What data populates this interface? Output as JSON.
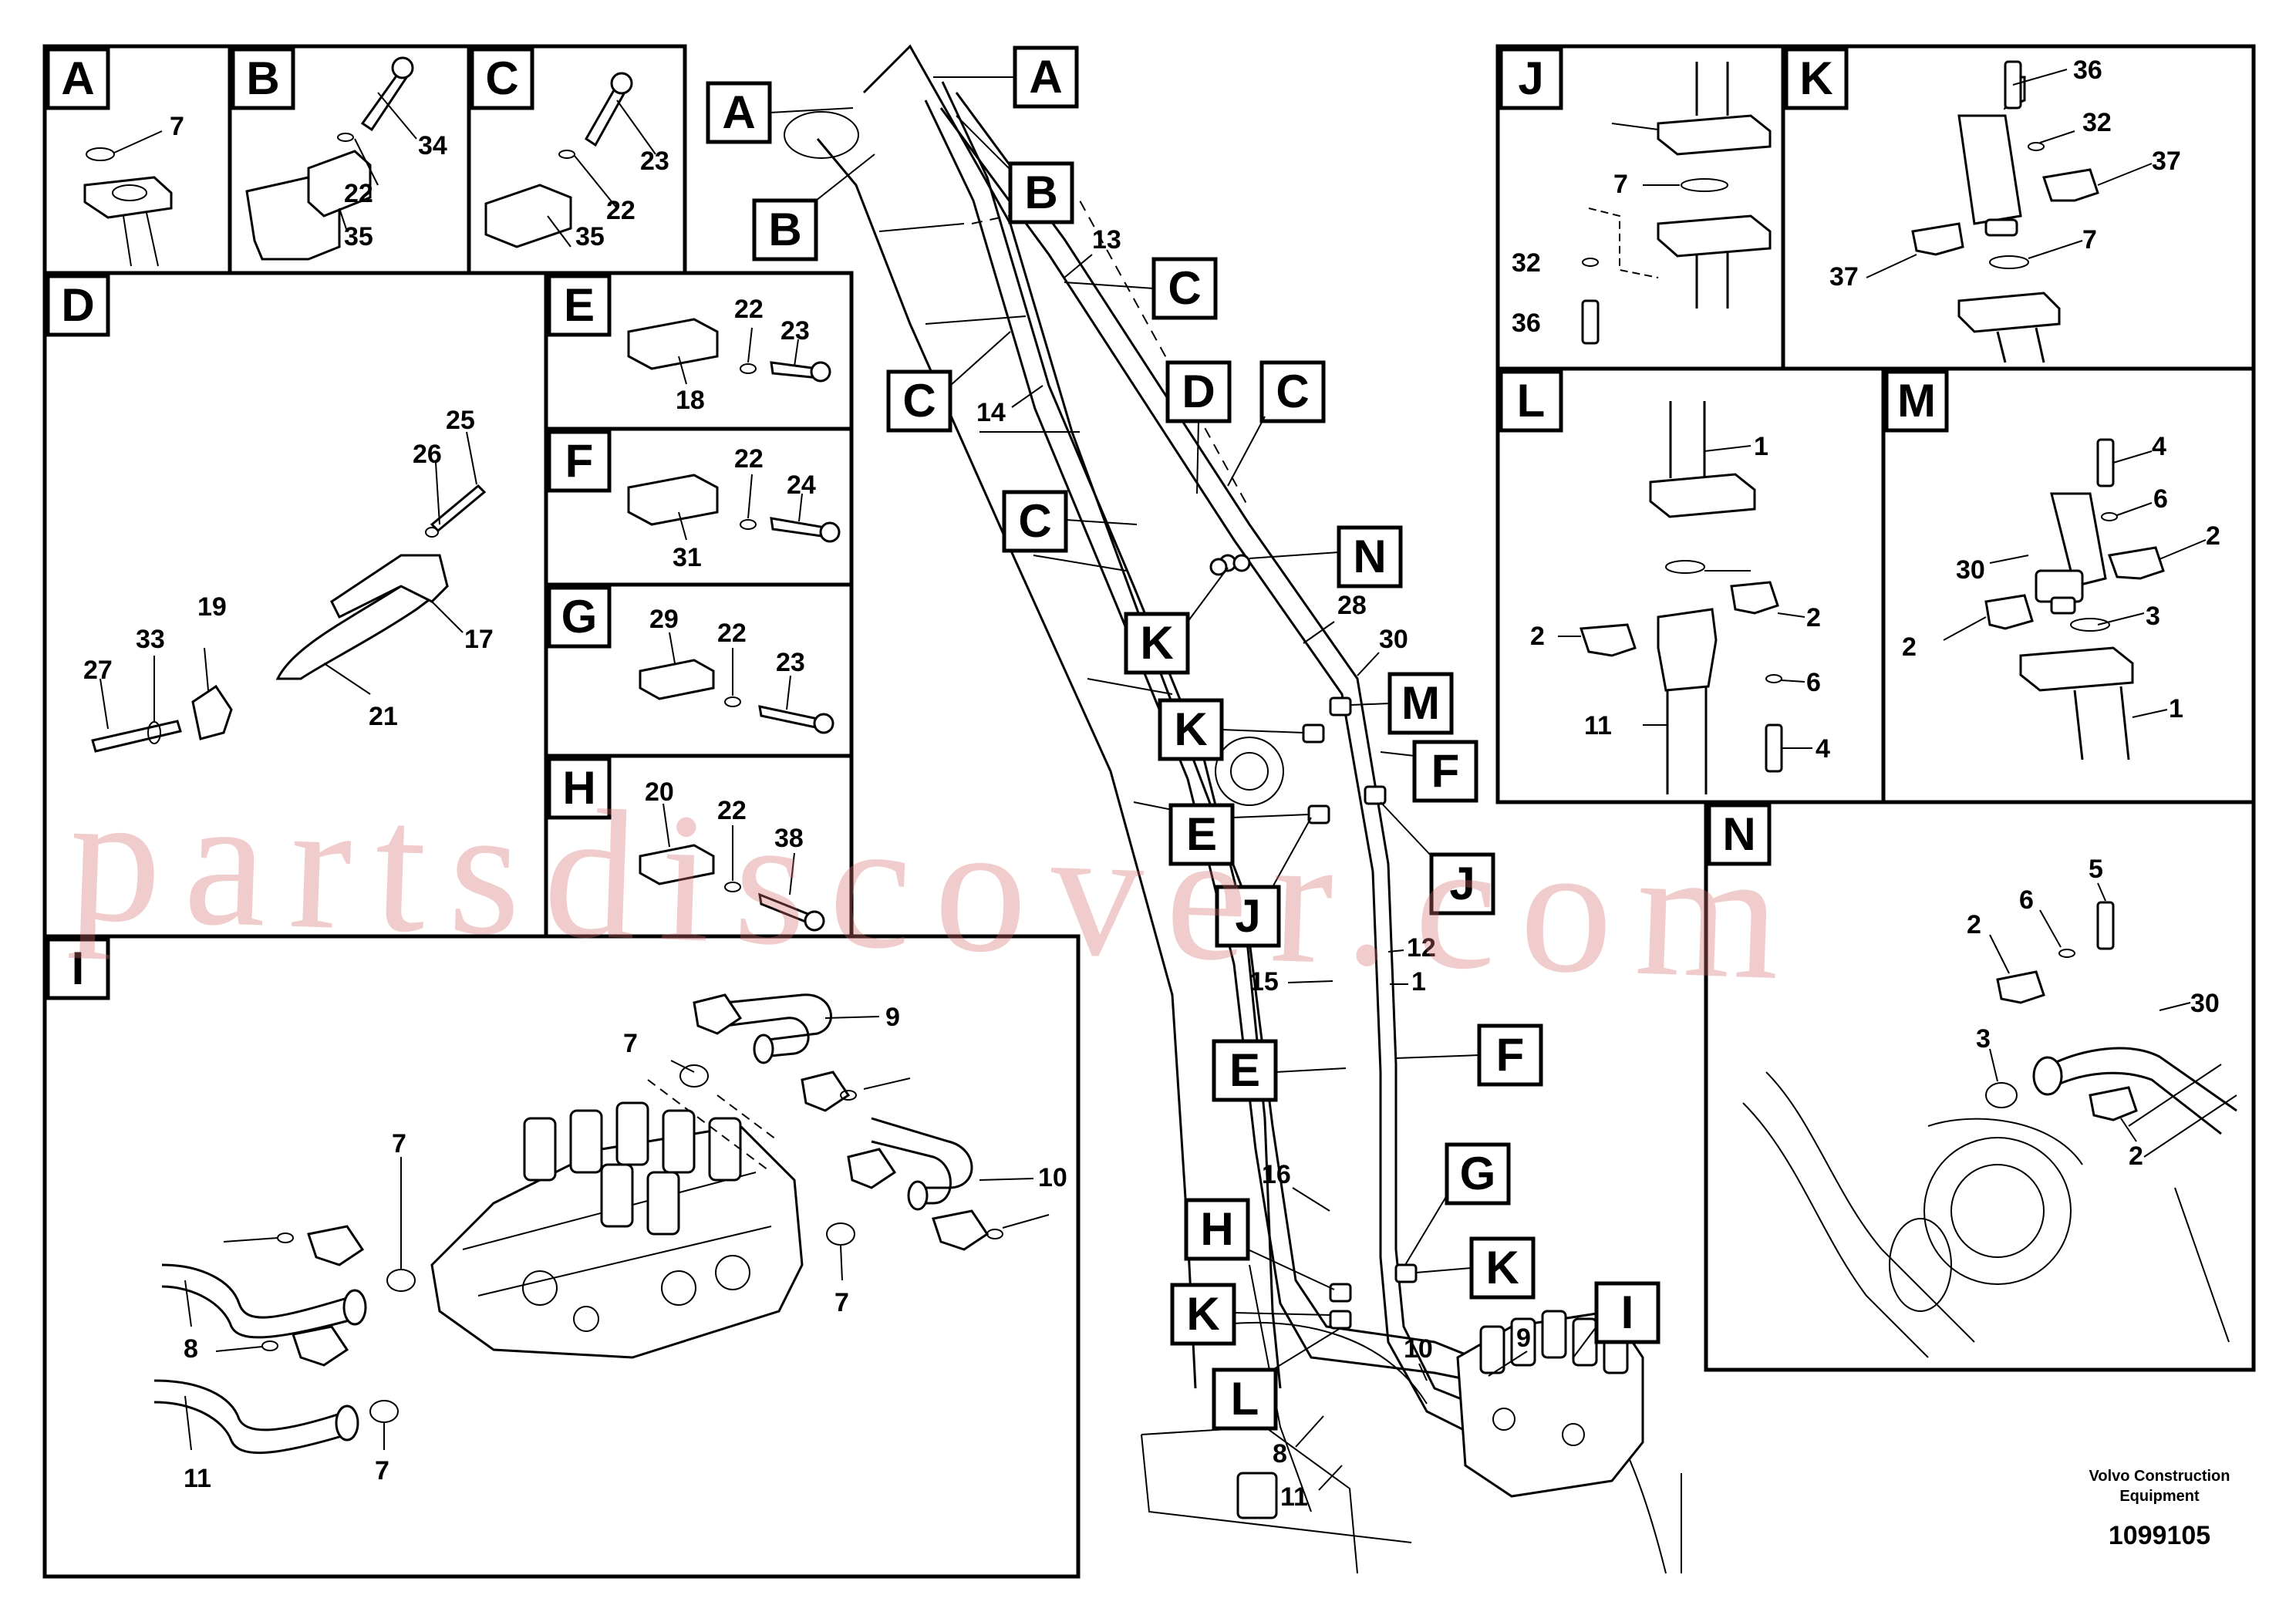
{
  "panels": [
    {
      "id": "A",
      "parts": [
        "7"
      ]
    },
    {
      "id": "B",
      "parts": [
        "34",
        "22",
        "35"
      ]
    },
    {
      "id": "C",
      "parts": [
        "23",
        "22",
        "35"
      ]
    },
    {
      "id": "D",
      "parts": [
        "25",
        "26",
        "17",
        "19",
        "27",
        "33",
        "21"
      ]
    },
    {
      "id": "E",
      "parts": [
        "22",
        "23",
        "18"
      ]
    },
    {
      "id": "F",
      "parts": [
        "22",
        "24",
        "31"
      ]
    },
    {
      "id": "G",
      "parts": [
        "29",
        "22",
        "23"
      ]
    },
    {
      "id": "H",
      "parts": [
        "20",
        "22",
        "38"
      ]
    },
    {
      "id": "I",
      "parts": [
        "9",
        "7",
        "10",
        "7",
        "7",
        "8",
        "11",
        "7"
      ]
    },
    {
      "id": "J",
      "parts": [
        "7",
        "32",
        "36"
      ]
    },
    {
      "id": "K",
      "parts": [
        "36",
        "32",
        "37",
        "7",
        "37"
      ]
    },
    {
      "id": "L",
      "parts": [
        "1",
        "2",
        "2",
        "6",
        "11",
        "4"
      ]
    },
    {
      "id": "M",
      "parts": [
        "4",
        "6",
        "30",
        "2",
        "2",
        "3",
        "1"
      ]
    },
    {
      "id": "N",
      "parts": [
        "5",
        "6",
        "2",
        "30",
        "3",
        "2"
      ]
    }
  ],
  "main_callouts": [
    "A",
    "A",
    "B",
    "B",
    "C",
    "C",
    "D",
    "C",
    "C",
    "N",
    "K",
    "M",
    "K",
    "F",
    "E",
    "J",
    "J",
    "E",
    "F",
    "G",
    "H",
    "K",
    "K",
    "L",
    "I"
  ],
  "main_parts": [
    "13",
    "14",
    "28",
    "30",
    "12",
    "15",
    "1",
    "16",
    "10",
    "9",
    "8",
    "11"
  ],
  "watermark": "partsdiscover.com",
  "footer": {
    "company_line1": "Volvo Construction",
    "company_line2": "Equipment",
    "doc_number": "1099105"
  }
}
